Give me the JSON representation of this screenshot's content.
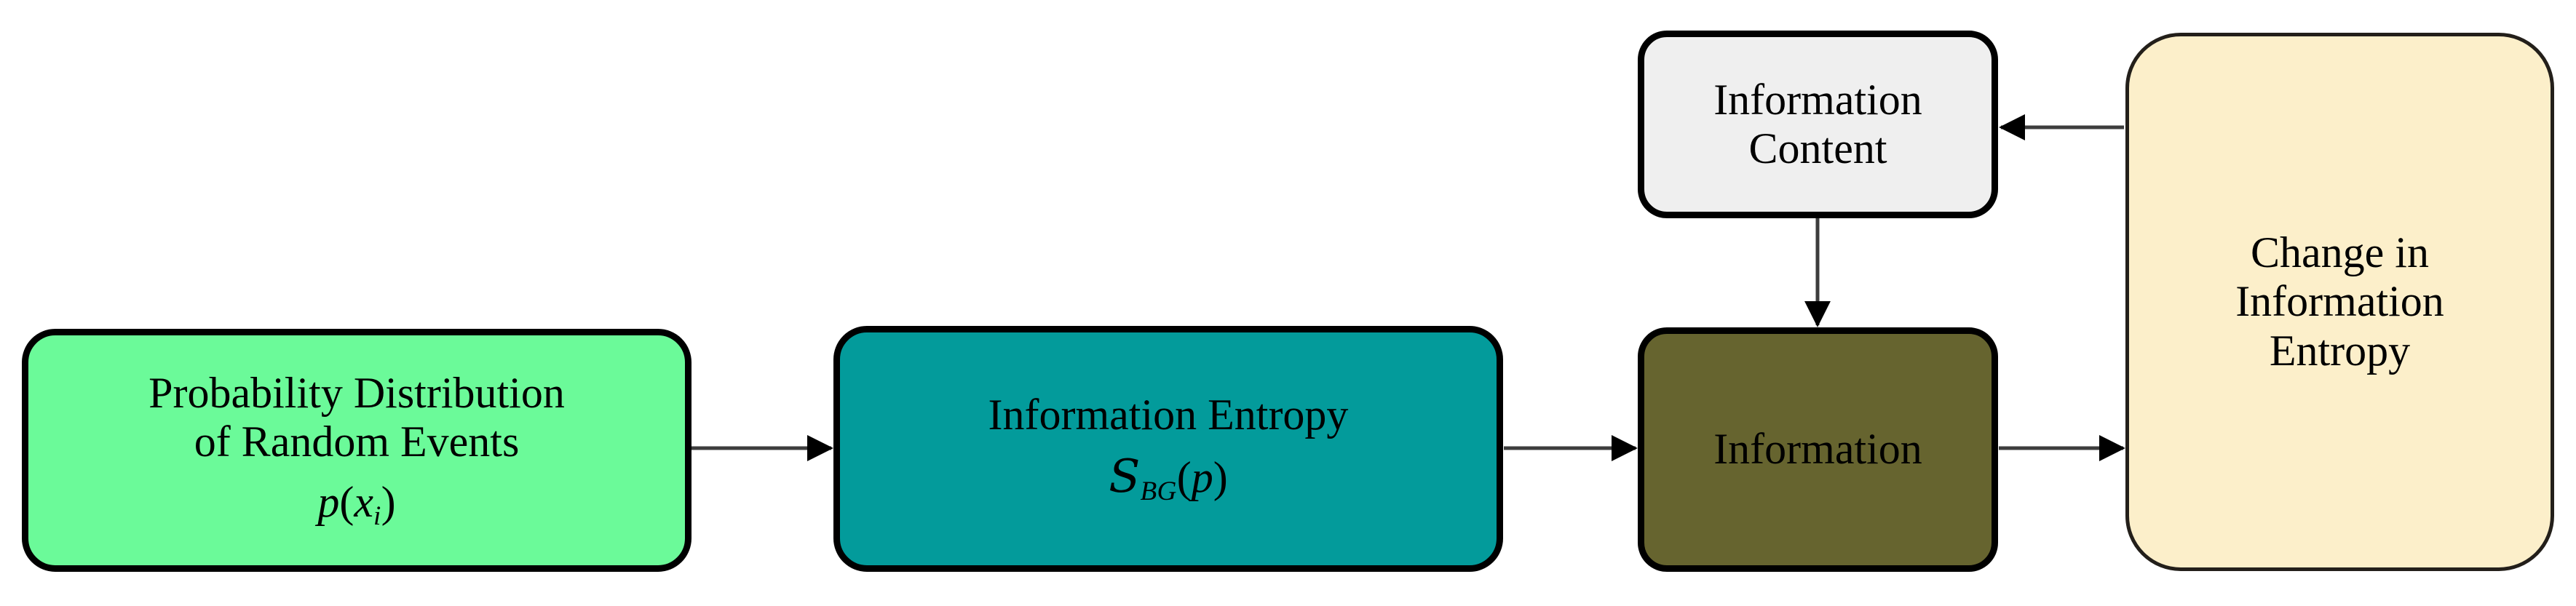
{
  "diagram": {
    "title": "Information Entropy Flow Diagram",
    "type": "flowchart",
    "background_color": "#FFFFFF",
    "nodes": [
      {
        "id": "probability",
        "lines": [
          "Probability Distribution",
          "of Random Events"
        ],
        "formula": {
          "base": "p",
          "open": "(",
          "variable": "x",
          "subscript": "i",
          "close": ")"
        },
        "fill_color": "#6BFA99",
        "border_color": "#000000",
        "text_color": "#000000"
      },
      {
        "id": "entropy",
        "lines": [
          "Information Entropy"
        ],
        "formula": {
          "base": "S",
          "subscript": "BG",
          "open": "(",
          "variable": "p",
          "close": ")"
        },
        "fill_color": "#039B9B",
        "border_color": "#000000",
        "text_color": "#000000"
      },
      {
        "id": "info-content",
        "lines": [
          "Information",
          "Content"
        ],
        "fill_color": "#EFEFEF",
        "border_color": "#000000",
        "text_color": "#000000"
      },
      {
        "id": "information",
        "lines": [
          "Information"
        ],
        "fill_color": "#66642F",
        "border_color": "#000000",
        "text_color": "#000000"
      },
      {
        "id": "change-entropy",
        "lines": [
          "Change in",
          "Information",
          "Entropy"
        ],
        "fill_color": "#FCEFCA",
        "border_color": "#231F1A",
        "text_color": "#000000"
      }
    ],
    "edges": [
      {
        "id": "probability-to-entropy",
        "from": "probability",
        "to": "entropy",
        "direction": "right",
        "label": ""
      },
      {
        "id": "entropy-to-information",
        "from": "entropy",
        "to": "information",
        "direction": "right",
        "label": ""
      },
      {
        "id": "information-to-change-entropy",
        "from": "information",
        "to": "change-entropy",
        "direction": "right",
        "label": ""
      },
      {
        "id": "change-entropy-to-info-content",
        "from": "change-entropy",
        "to": "info-content",
        "direction": "left",
        "label": ""
      },
      {
        "id": "info-content-to-information",
        "from": "info-content",
        "to": "information",
        "direction": "down",
        "label": ""
      }
    ]
  }
}
